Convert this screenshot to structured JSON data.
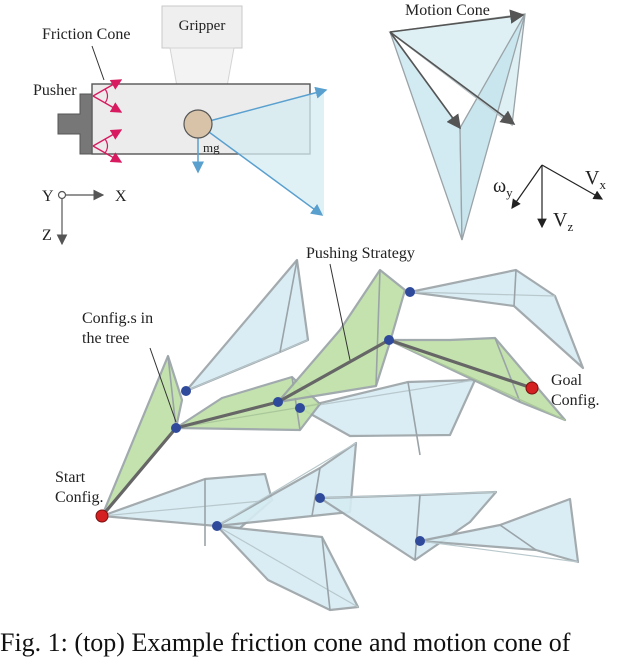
{
  "labels": {
    "friction_cone": "Friction Cone",
    "gripper": "Gripper",
    "pusher": "Pusher",
    "mg": "mg",
    "axis_y": "Y",
    "axis_x": "X",
    "axis_z": "Z",
    "motion_cone": "Motion Cone",
    "omega_y": "ω",
    "omega_y_sub": "y",
    "v_x": "V",
    "v_x_sub": "x",
    "v_z": "V",
    "v_z_sub": "z",
    "pushing_strategy": "Pushing Strategy",
    "configs_line1": "Config.s in",
    "configs_line2": "the tree",
    "goal_line1": "Goal",
    "goal_line2": "Config.",
    "start_line1": "Start",
    "start_line2": "Config."
  },
  "caption": "Fig. 1: (top) Example friction cone and motion cone of",
  "colors": {
    "cone_fill": "#d6ecf3",
    "cone_edge": "#9aa3a7",
    "strategy_fill": "#bfe0a8",
    "node_blue": "#2f4a9a",
    "node_red": "#d42020",
    "friction_red": "#d81b60",
    "force_blue": "#5aa0cf"
  }
}
